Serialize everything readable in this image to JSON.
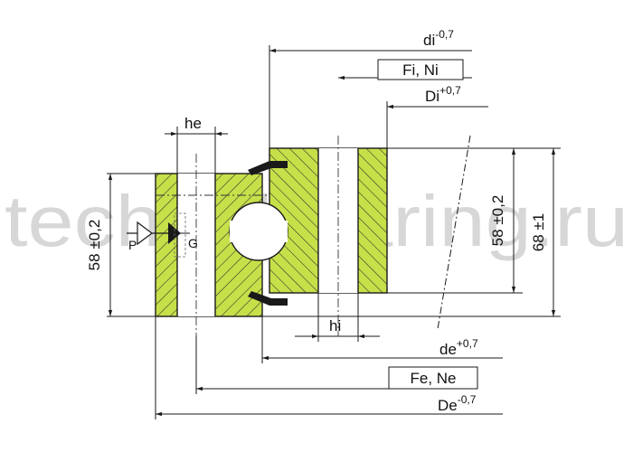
{
  "watermark": "technobearing.ru",
  "labels": {
    "di_base": "di",
    "di_sup": "-0,7",
    "fi_ni": "Fi, Ni",
    "Di_base": "Di",
    "Di_sup": "+0,7",
    "he": "he",
    "hi": "hi",
    "p": "P",
    "g": "G",
    "h_left": "58 ±0,2",
    "h_right": "58 ±0,2",
    "h_total": "68 ±1",
    "de_base": "de",
    "de_sup": "+0,7",
    "fe_ne": "Fe, Ne",
    "De_base": "De",
    "De_sup": "-0,7"
  },
  "colors": {
    "ring_fill": "#c6e04a",
    "line": "#1a1a1a",
    "watermark": "#d7d7d7"
  }
}
